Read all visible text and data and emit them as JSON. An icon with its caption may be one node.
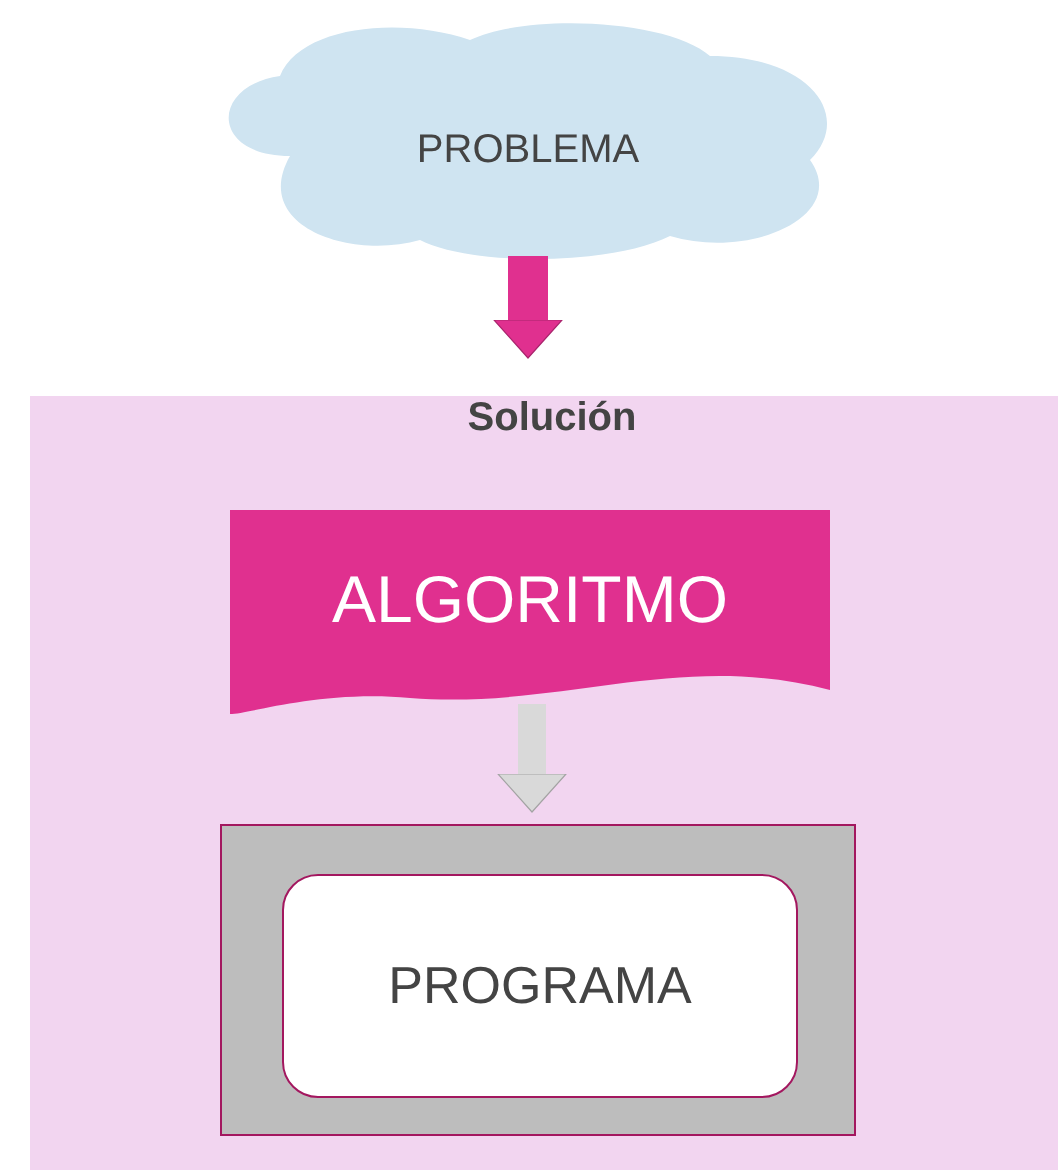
{
  "diagram": {
    "nodes": [
      {
        "text": [
          "PROBLEMA"
        ]
      },
      {
        "text": [
          "Solución"
        ]
      },
      {
        "text": [
          "ALGORITMO"
        ],
        "in": 1
      },
      {
        "text": [],
        "shape": "box",
        "in": 1
      },
      {
        "text": [
          "PROGRAMA"
        ],
        "in": 3
      }
    ],
    "edges": [
      {
        "from": 0,
        "to": 1,
        "arrow": "to",
        "color": "#e0308f"
      },
      {
        "from": 2,
        "to": 3,
        "arrow": "to",
        "color": "#d9d9d9"
      }
    ]
  }
}
